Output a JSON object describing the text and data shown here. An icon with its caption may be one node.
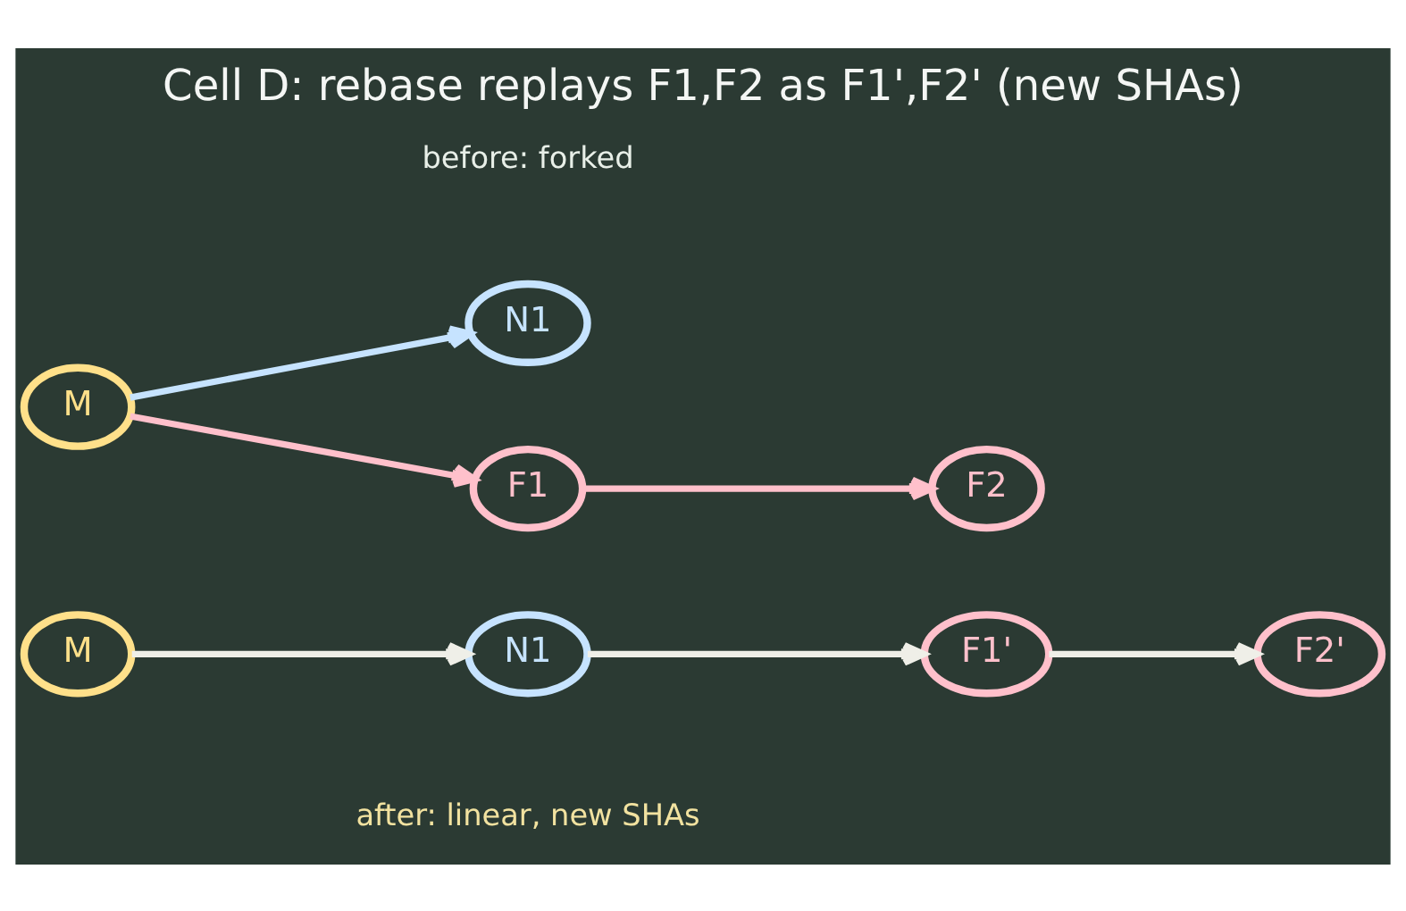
{
  "diagram": {
    "title": "Cell D: rebase replays F1,F2 as F1',F2' (new SHAs)",
    "nodes": [
      {
        "text": [
          "M"
        ]
      },
      {
        "text": [
          "N1"
        ]
      },
      {
        "text": [
          "F1"
        ]
      },
      {
        "text": [
          "F2"
        ]
      },
      {
        "text": [
          "M"
        ]
      },
      {
        "text": [
          "N1"
        ]
      },
      {
        "text": [
          "F1'"
        ]
      },
      {
        "text": [
          "F2'"
        ]
      }
    ],
    "edges": [
      {
        "from": 0,
        "to": 1,
        "arrow": "to",
        "color": "#c6e3ff"
      },
      {
        "from": 0,
        "to": 2,
        "arrow": "to",
        "color": "#ffc0cb"
      },
      {
        "from": 2,
        "to": 3,
        "arrow": "to",
        "color": "#ffc0cb"
      },
      {
        "from": 4,
        "to": 5,
        "arrow": "to"
      },
      {
        "from": 5,
        "to": 6,
        "arrow": "to"
      },
      {
        "from": 6,
        "to": 7,
        "arrow": "to"
      }
    ],
    "labels": [
      "before: forked",
      "after: linear, new SHAs"
    ]
  }
}
